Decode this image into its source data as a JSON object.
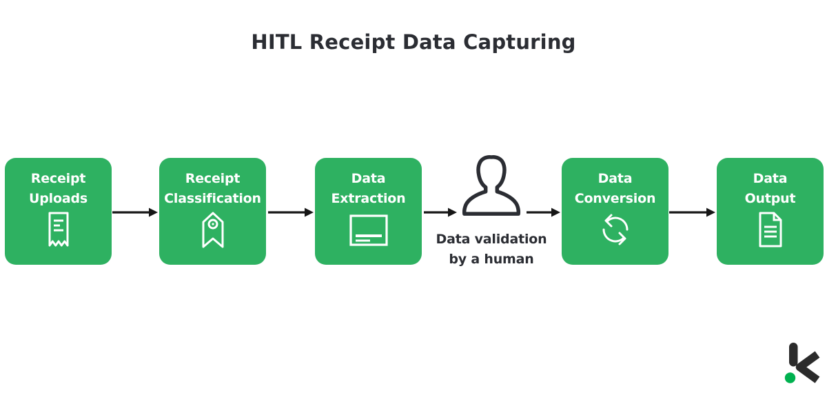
{
  "title": "HITL Receipt Data Capturing",
  "colors": {
    "box_green": "#2EB161",
    "text_dark": "#2B2D33",
    "box_text": "#FFFFFF",
    "arrow_black": "#161616",
    "logo_dark": "#2B2B2B",
    "logo_green": "#00B14F"
  },
  "steps": [
    {
      "line1": "Receipt",
      "line2": "Uploads",
      "icon": "receipt-icon"
    },
    {
      "line1": "Receipt",
      "line2": "Classification",
      "icon": "bookmark-icon"
    },
    {
      "line1": "Data",
      "line2": "Extraction",
      "icon": "form-icon"
    },
    {
      "line1": "Data",
      "line2": "Conversion",
      "icon": "sync-icon"
    },
    {
      "line1": "Data",
      "line2": "Output",
      "icon": "document-icon"
    }
  ],
  "human_step": {
    "line1": "Data validation",
    "line2": "by a human",
    "icon": "person-icon"
  },
  "logo": {
    "name": "klippa-logo"
  }
}
